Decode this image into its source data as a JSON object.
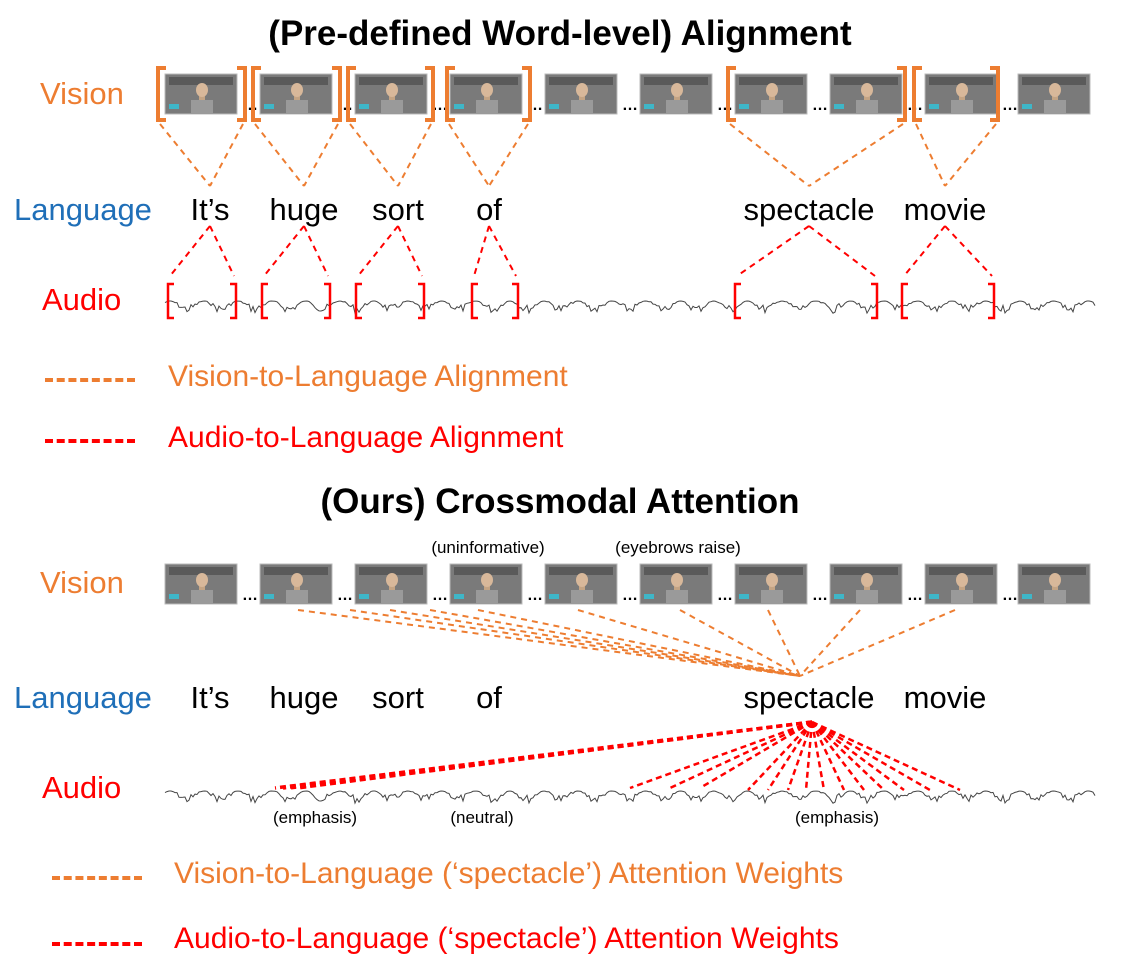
{
  "top": {
    "title": "(Pre-defined Word-level) Alignment",
    "vision_label": "Vision",
    "language_label": "Language",
    "audio_label": "Audio",
    "words": [
      "It’s",
      "huge",
      "sort",
      "of",
      "spectacle",
      "movie"
    ],
    "legend": {
      "vision": "Vision-to-Language Alignment",
      "audio": "Audio-to-Language Alignment"
    }
  },
  "bottom": {
    "title": "(Ours) Crossmodal Attention",
    "vision_label": "Vision",
    "language_label": "Language",
    "audio_label": "Audio",
    "words": [
      "It’s",
      "huge",
      "sort",
      "of",
      "spectacle",
      "movie"
    ],
    "vision_notes": [
      "(uninformative)",
      "(eyebrows raise)"
    ],
    "audio_notes": [
      "(emphasis)",
      "(neutral)",
      "(emphasis)"
    ],
    "legend": {
      "vision": "Vision-to-Language (‘spectacle’) Attention Weights",
      "audio": "Audio-to-Language (‘spectacle’) Attention Weights"
    }
  },
  "colors": {
    "vision": "#ED7D31",
    "language": "#1F6FB8",
    "audio": "#FF0000",
    "waveform": "#444444",
    "frame_bg": "#7a7a7a"
  }
}
